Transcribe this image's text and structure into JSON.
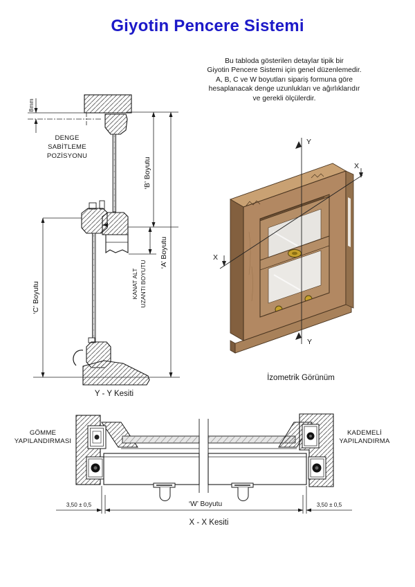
{
  "title": "Giyotin Pencere Sistemi",
  "intro": {
    "lines": [
      "Bu tabloda gösterilen detaylar tipik bir",
      "Giyotin Pencere Sistemi için genel düzenlemedir.",
      "A, B, C ve W boyutları sipariş formuna göre",
      "hesaplanacak denge uzunlukları ve ağırlıklarıdır",
      "ve gerekli ölçülerdir."
    ]
  },
  "yy_section": {
    "dim_8mm": "8mm",
    "denge_line1": "DENGE",
    "denge_line2": "SABİTLEME",
    "denge_line3": "POZİSYONU",
    "dim_b": "‘B’ Boyutu",
    "dim_a": "‘A’ Boyutu",
    "dim_c": "‘C’ Boyutu",
    "kanat_line1": "KANAT ALT",
    "kanat_line2": "UZANTI BOYUTU",
    "caption": "Y - Y Kesiti"
  },
  "isometric": {
    "caption": "İzometrik Görünüm",
    "marker_y_top": "Y",
    "marker_y_bottom": "Y",
    "marker_x_top": "X",
    "marker_x_bottom": "X"
  },
  "xx_section": {
    "label_left_line1": "GÖMME",
    "label_left_line2": "YAPILANDIRMASI",
    "label_right_line1": "KADEMELİ",
    "label_right_line2": "YAPILANDIRMA",
    "dim_left": "3,50 ± 0,5",
    "dim_right": "3,50 ± 0,5",
    "dim_w": "‘W’ Boyutu",
    "caption": "X - X Kesiti"
  },
  "colors": {
    "title_blue": "#1c19c8",
    "line_black": "#1a1a1a",
    "wood_front": "#b28862",
    "wood_side": "#83603f",
    "wood_top": "#c9a173",
    "brass": "#c7a12c",
    "glass_gray": "#c9c9c9"
  }
}
